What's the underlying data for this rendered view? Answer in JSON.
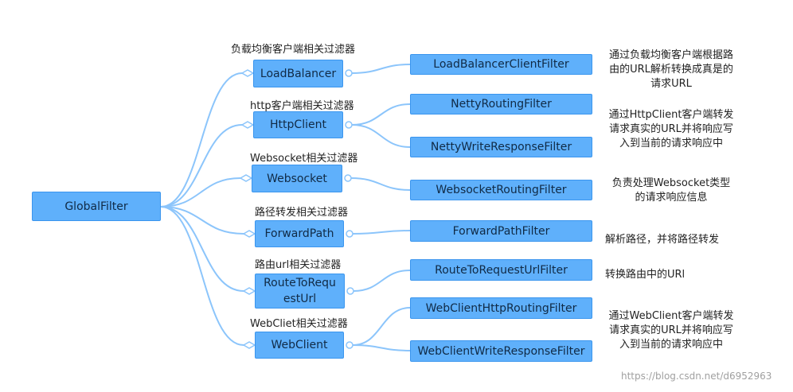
{
  "root": {
    "label": "GlobalFilter"
  },
  "groups": [
    {
      "caption": "负载均衡客户端相关过滤器",
      "node": "LoadBalancer",
      "filters": [
        "LoadBalancerClientFilter"
      ],
      "description": "通过负载均衡客户端根据路\n由的URL解析转换成真是的\n请求URL"
    },
    {
      "caption": "http客户端相关过滤器",
      "node": "HttpClient",
      "filters": [
        "NettyRoutingFilter",
        "NettyWriteResponseFilter"
      ],
      "description": "通过HttpClient客户端转发\n请求真实的URL并将响应写\n入到当前的请求响应中"
    },
    {
      "caption": "Websocket相关过滤器",
      "node": "Websocket",
      "filters": [
        "WebsocketRoutingFilter"
      ],
      "description": "负责处理Websocket类型\n的请求响应信息"
    },
    {
      "caption": "路径转发相关过滤器",
      "node": "ForwardPath",
      "filters": [
        "ForwardPathFilter"
      ],
      "description": "解析路径，并将路径转发"
    },
    {
      "caption": "路由url相关过滤器",
      "node": "RouteToRequestUrl",
      "node_display": "RouteToRequ\nestUrl",
      "filters": [
        "RouteToRequestUrlFilter"
      ],
      "description": "转换路由中的URl"
    },
    {
      "caption": "WebCliet相关过滤器",
      "node": "WebClient",
      "filters": [
        "WebClientHttpRoutingFilter",
        "WebClientWriteResponseFilter"
      ],
      "description": "通过WebClient客户端转发\n请求真实的URL并将响应写\n入到当前的请求响应中"
    }
  ],
  "watermark": "https://blog.csdn.net/d6952963",
  "colors": {
    "node_fill": "#5fb0fb",
    "node_border": "#3a95ee",
    "connector": "#8cc5fb"
  }
}
